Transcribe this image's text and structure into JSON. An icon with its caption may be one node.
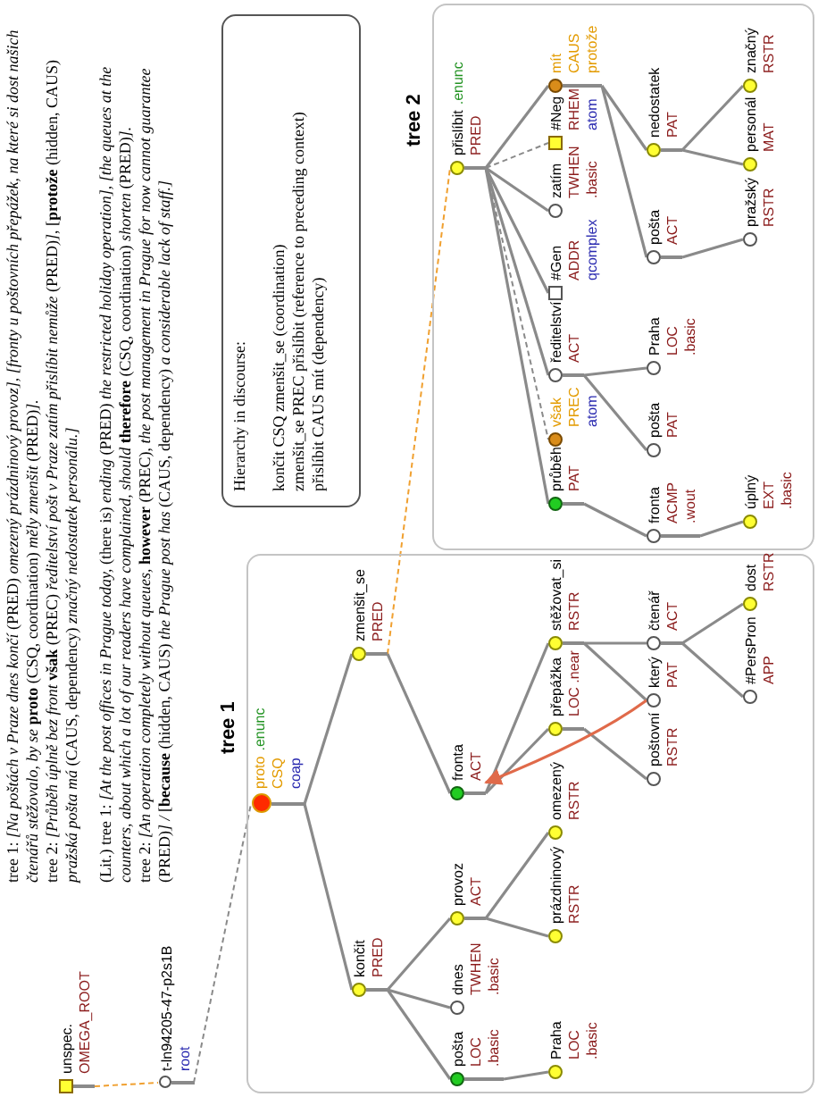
{
  "diagram": {
    "nodes": [
      {
        "text": [
          "tree 1"
        ]
      },
      {
        "text": [
          "unspec.",
          "OMEGA_ROOT"
        ]
      },
      {
        "text": [
          "t-ln94205-47-p2s1B",
          "root"
        ]
      },
      {
        "text": [
          "proto",
          ".enunc",
          "CSQ",
          "coap"
        ],
        "in": 0
      },
      {
        "text": [
          "končit",
          "PRED"
        ],
        "in": 0
      },
      {
        "text": [
          "zmenšit_se",
          "PRED"
        ],
        "in": 0
      },
      {
        "text": [
          "pošta",
          "LOC .basic"
        ],
        "in": 0
      },
      {
        "text": [
          "dnes",
          "TWHEN .basic"
        ],
        "in": 0
      },
      {
        "text": [
          "provoz",
          "ACT"
        ],
        "in": 0
      },
      {
        "text": [
          "fronta",
          "ACT"
        ],
        "in": 0
      },
      {
        "text": [
          "Praha",
          "LOC .basic"
        ],
        "in": 0
      },
      {
        "text": [
          "prázdninový",
          "RSTR"
        ],
        "in": 0
      },
      {
        "text": [
          "omezený",
          "RSTR"
        ],
        "in": 0
      },
      {
        "text": [
          "přepážka",
          "LOC .near"
        ],
        "in": 0
      },
      {
        "text": [
          "stěžovat_si",
          "RSTR"
        ],
        "in": 0
      },
      {
        "text": [
          "poštovní",
          "RSTR"
        ],
        "in": 0
      },
      {
        "text": [
          "který",
          "PAT"
        ],
        "in": 0
      },
      {
        "text": [
          "čtenář",
          "ACT"
        ],
        "in": 0
      },
      {
        "text": [
          "#PersPron",
          "APP"
        ],
        "in": 0
      },
      {
        "text": [
          "dost",
          "RSTR"
        ],
        "in": 0
      },
      {
        "text": [
          "Hierarchy in discourse:",
          "končit CSQ zmenšit_se (coordination)",
          "zmenšit_se PREC přislíbit (reference to preceding context)",
          "přislíbit CAUS mít (dependency)"
        ]
      },
      {
        "text": [
          "tree 2"
        ]
      },
      {
        "text": [
          "přislíbit",
          ".enunc",
          "PRED"
        ],
        "in": 21
      },
      {
        "text": [
          "mít",
          "CAUS protože"
        ],
        "in": 21
      },
      {
        "text": [
          "#Neg",
          "RHEM",
          "atom"
        ],
        "in": 21
      },
      {
        "text": [
          "zatím",
          "TWHEN .basic"
        ],
        "in": 21
      },
      {
        "text": [
          "#Gen",
          "ADDR",
          "qcomplex"
        ],
        "in": 21
      },
      {
        "text": [
          "ředitelství",
          "ACT"
        ],
        "in": 21
      },
      {
        "text": [
          "však",
          "PREC",
          "atom"
        ],
        "in": 21
      },
      {
        "text": [
          "průběh",
          "PAT"
        ],
        "in": 21
      },
      {
        "text": [
          "pošta",
          "ACT"
        ],
        "in": 21
      },
      {
        "text": [
          "nedostatek",
          "PAT"
        ],
        "in": 21
      },
      {
        "text": [
          "pošta",
          "PAT"
        ],
        "in": 21
      },
      {
        "text": [
          "Praha",
          "LOC .basic"
        ],
        "in": 21
      },
      {
        "text": [
          "fronta",
          "ACMP .wout"
        ],
        "in": 21
      },
      {
        "text": [
          "pražský",
          "RSTR"
        ],
        "in": 21
      },
      {
        "text": [
          "personál",
          "MAT"
        ],
        "in": 21
      },
      {
        "text": [
          "značný",
          "RSTR"
        ],
        "in": 21
      },
      {
        "text": [
          "úplný",
          "EXT .basic"
        ],
        "in": 21
      }
    ],
    "edges": [
      {
        "from": 1,
        "to": 2,
        "arrow": "none",
        "style": "dashed",
        "color": "#f0a030"
      },
      {
        "from": 2,
        "to": 3,
        "arrow": "none",
        "style": "dashed"
      },
      {
        "from": 3,
        "to": 4,
        "arrow": "none"
      },
      {
        "from": 3,
        "to": 5,
        "arrow": "none"
      },
      {
        "from": 4,
        "to": 6,
        "arrow": "none"
      },
      {
        "from": 4,
        "to": 7,
        "arrow": "none"
      },
      {
        "from": 4,
        "to": 8,
        "arrow": "none"
      },
      {
        "from": 5,
        "to": 9,
        "arrow": "none"
      },
      {
        "from": 6,
        "to": 10,
        "arrow": "none"
      },
      {
        "from": 8,
        "to": 11,
        "arrow": "none"
      },
      {
        "from": 8,
        "to": 12,
        "arrow": "none"
      },
      {
        "from": 9,
        "to": 13,
        "arrow": "none"
      },
      {
        "from": 9,
        "to": 14,
        "arrow": "none"
      },
      {
        "from": 13,
        "to": 15,
        "arrow": "none"
      },
      {
        "from": 14,
        "to": 16,
        "arrow": "none"
      },
      {
        "from": 14,
        "to": 17,
        "arrow": "none"
      },
      {
        "from": 17,
        "to": 18,
        "arrow": "none"
      },
      {
        "from": 17,
        "to": 19,
        "arrow": "none"
      },
      {
        "from": 16,
        "to": 9,
        "arrow": "to",
        "color": "#e06a4a"
      },
      {
        "from": 5,
        "to": 22,
        "arrow": "none",
        "style": "dashed",
        "color": "#f0a030"
      },
      {
        "from": 22,
        "to": 29,
        "arrow": "none"
      },
      {
        "from": 22,
        "to": 28,
        "arrow": "none",
        "style": "dashed"
      },
      {
        "from": 22,
        "to": 27,
        "arrow": "none"
      },
      {
        "from": 22,
        "to": 26,
        "arrow": "none"
      },
      {
        "from": 22,
        "to": 25,
        "arrow": "none"
      },
      {
        "from": 22,
        "to": 24,
        "arrow": "none",
        "style": "dashed"
      },
      {
        "from": 22,
        "to": 23,
        "arrow": "none"
      },
      {
        "from": 29,
        "to": 34,
        "arrow": "none"
      },
      {
        "from": 27,
        "to": 32,
        "arrow": "none"
      },
      {
        "from": 27,
        "to": 33,
        "arrow": "none"
      },
      {
        "from": 23,
        "to": 30,
        "arrow": "none"
      },
      {
        "from": 23,
        "to": 31,
        "arrow": "none"
      },
      {
        "from": 34,
        "to": 38,
        "arrow": "none"
      },
      {
        "from": 30,
        "to": 35,
        "arrow": "none"
      },
      {
        "from": 31,
        "to": 36,
        "arrow": "none"
      },
      {
        "from": 31,
        "to": 37,
        "arrow": "none"
      }
    ],
    "labels": [
      "tree 1: *[Na poštách v Praze dnes končí* (PRED) *omezený prázdninový provoz], [fronty u poštovních přepážek, na které si dost našich čtenářů stěžovalo, by se* **proto** (CSQ, coordination) *měly zmenšit* (PRED)*].*",
      "tree 2: *[Průběh úplně bez front* **však** (PREC) *ředitelství pošt v Praze zatím přislíbit nemůže* (PRED)*]*, [**protože** (hidden, CAUS) *pražská pošta má* (CAUS, dependency) *značný nedostatek personálu.]*",
      "(Lit.) tree 1: *[At the post offices in Prague today,* (there is) *ending* (PRED) *the restricted holiday operation], [the queues at the counters, about which a lot of our readers have complained, should* **therefore** (CSQ, coordination) *shorten* (PRED)*].*",
      "tree 2: *[An operation completely without queues,* **however** (PREC), *the post management in Prague for now cannot guarantee* (PRED)*] /* [**because** (hidden, CAUS) *the Prague post has* (CAUS, dependency) *a considerable lack of staff.]*"
    ]
  }
}
